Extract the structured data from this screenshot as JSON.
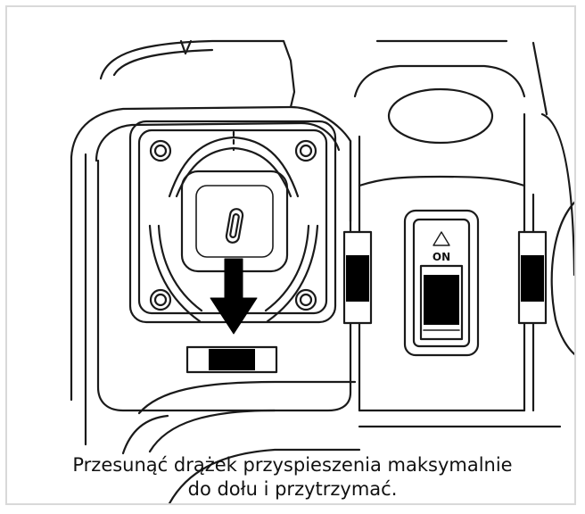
{
  "illustration": {
    "switch_label": "ON",
    "icons": [
      "throttle-stick",
      "down-arrow-icon",
      "power-switch",
      "trim-indicator",
      "warning-triangle-icon"
    ],
    "colors": {
      "line": "#1a1a1a",
      "fill": "#000000",
      "frame": "#d9d9d9"
    }
  },
  "caption": {
    "line1": "Przesunąć drążek przyspieszenia maksymalnie",
    "line2": "do dołu i przytrzymać."
  }
}
